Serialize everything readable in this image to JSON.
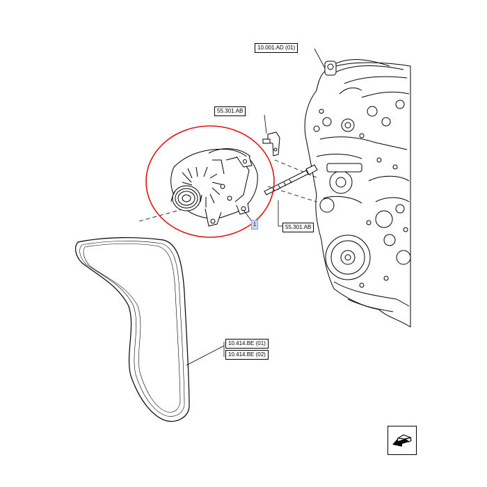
{
  "labels": {
    "engine_ref": "10.001.AD (01)",
    "bracket_ref": "55.301.AB",
    "bolt_ref": "55.301.AB",
    "belt_ref_1": "10.414.BE (01)",
    "belt_ref_2": "10.414.BE (02)"
  },
  "callout": {
    "item_number": "1"
  },
  "colors": {
    "highlight_circle": "#e01010",
    "line": "#000000",
    "callout_fill": "#c9d7f0"
  },
  "icons": {
    "nav": "return-arrow-icon"
  }
}
